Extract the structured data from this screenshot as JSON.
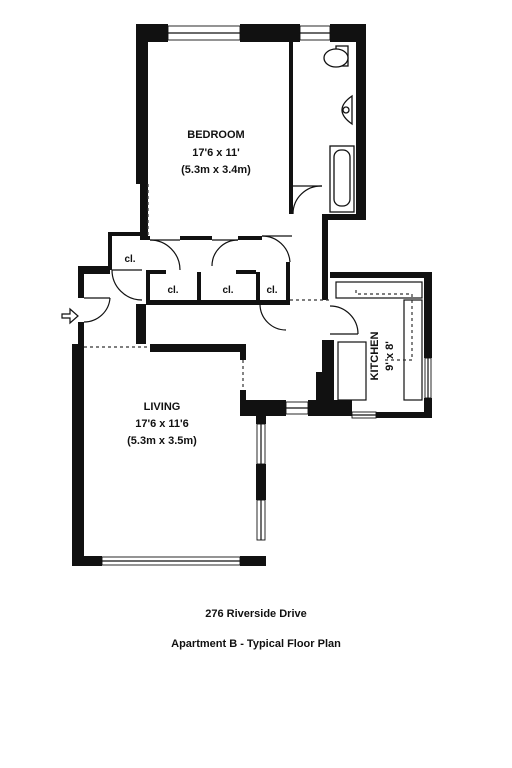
{
  "rooms": {
    "bedroom": {
      "name": "BEDROOM",
      "dims_imperial": "17'6  x 11'",
      "dims_metric": "(5.3m x 3.4m)"
    },
    "living": {
      "name": "LIVING",
      "dims_imperial": "17'6  x 11'6",
      "dims_metric": "(5.3m x 3.5m)"
    },
    "kitchen": {
      "name": "KITCHEN",
      "dims_imperial": "9' x 8'"
    }
  },
  "closets": [
    "cl.",
    "cl.",
    "cl.",
    "cl."
  ],
  "caption": {
    "address": "276 Riverside Drive",
    "subtitle": "Apartment B - Typical Floor Plan"
  },
  "icons": {
    "entry": "entry-arrow-icon"
  },
  "colors": {
    "walls": "#111111",
    "background": "#ffffff"
  }
}
